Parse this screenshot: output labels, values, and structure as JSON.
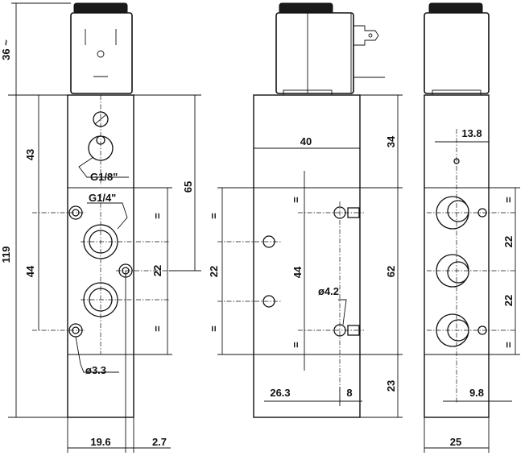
{
  "dimensions": {
    "height_coil": "36 ~",
    "height_total": "119",
    "height_top_section": "43",
    "height_port_spacing_left": "44",
    "height_65": "65",
    "pitch_22_front": "22",
    "equal_mark": "=",
    "width_40": "40",
    "height_34": "34",
    "height_62": "62",
    "height_23": "23",
    "spacing_44_middle": "44",
    "pitch_22_middle": "22",
    "width_26_3": "26.3",
    "width_8": "8",
    "width_13_8": "13.8",
    "width_9_8": "9.8",
    "width_25": "25",
    "pitch_22_side_upper": "22",
    "pitch_22_side_lower": "22",
    "width_19_6": "19.6",
    "width_2_7": "2.7"
  },
  "labels": {
    "thread_pilot": "G1/8\"",
    "thread_ports": "G1/4\"",
    "hole_mount_front": "ø3.3",
    "hole_mount_middle": "ø4.2"
  }
}
